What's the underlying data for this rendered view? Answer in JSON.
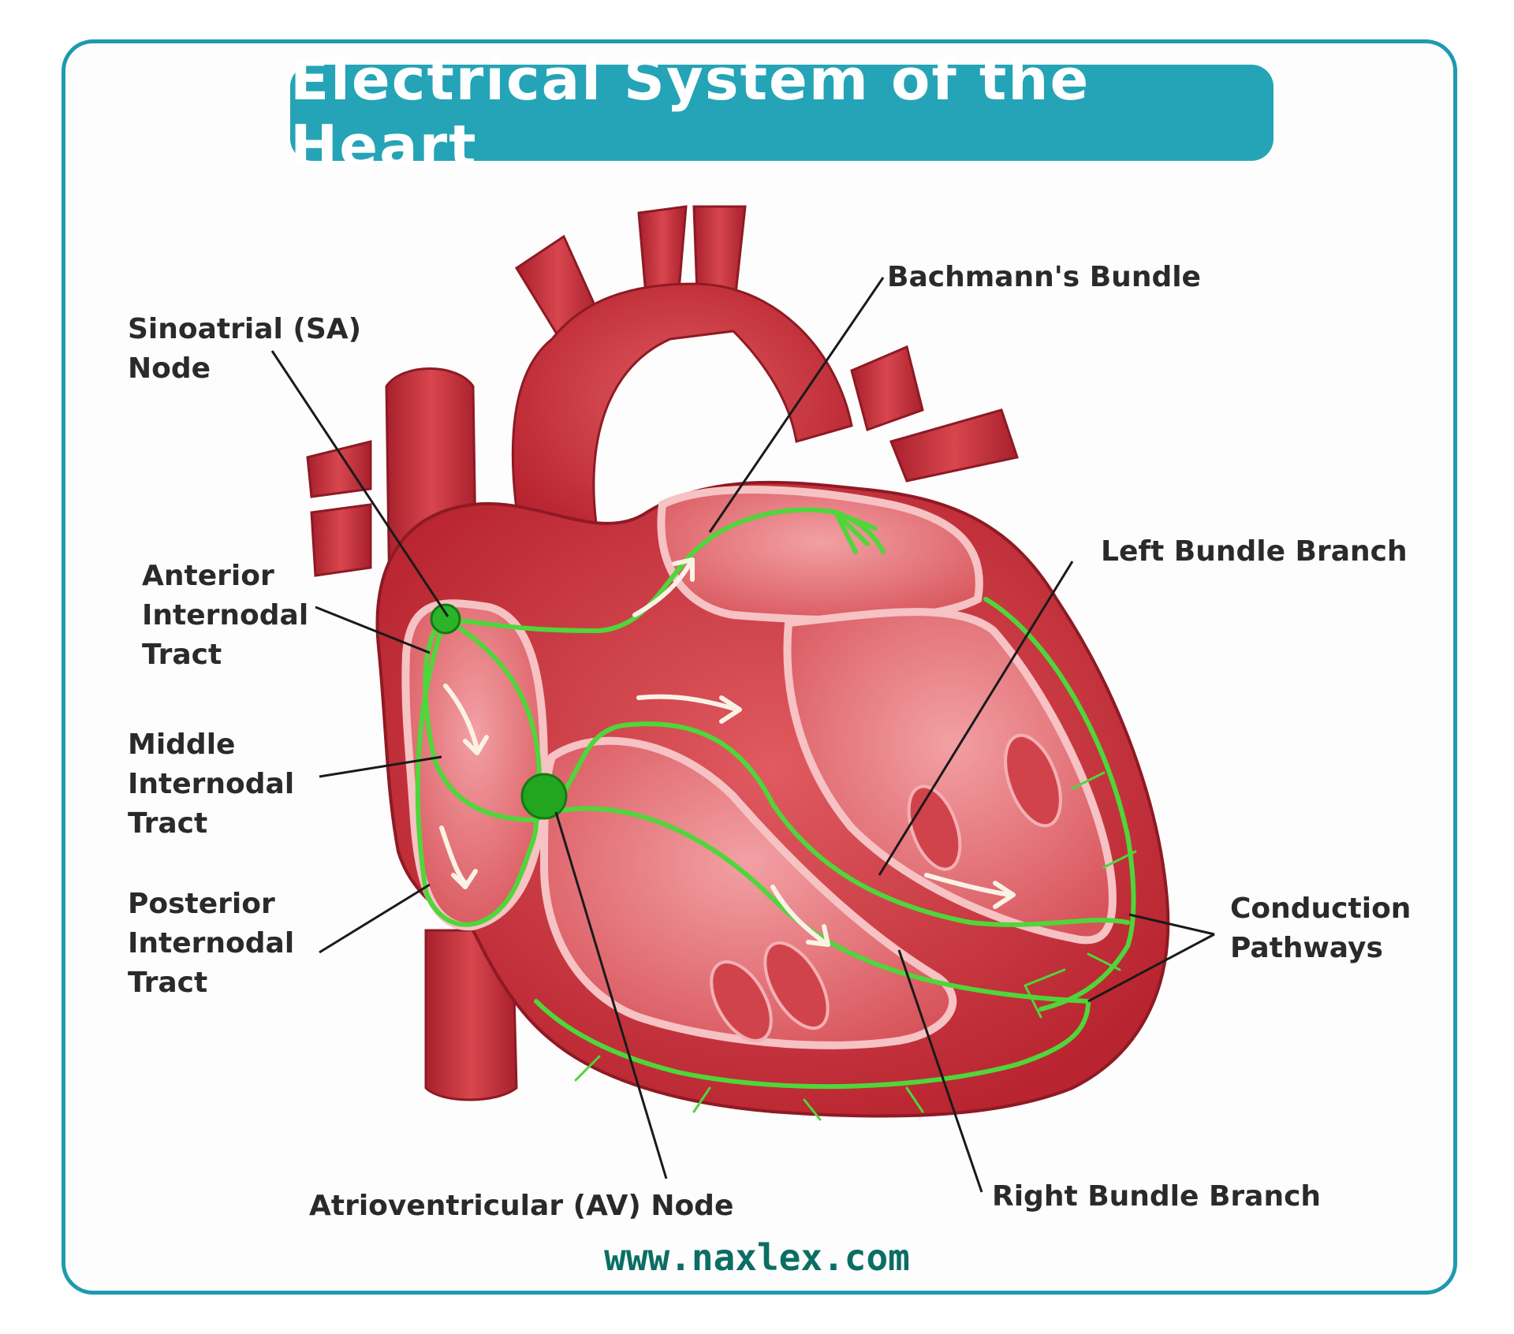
{
  "title": "Electrical System of the Heart",
  "labels": {
    "sa_node": [
      "Sinoatrial (SA)",
      "Node"
    ],
    "anterior": [
      "Anterior",
      "Internodal",
      "Tract"
    ],
    "middle": [
      "Middle",
      "Internodal",
      "Tract"
    ],
    "posterior": [
      "Posterior",
      "Internodal",
      "Tract"
    ],
    "av_node": "Atrioventricular (AV) Node",
    "bachmann": "Bachmann's Bundle",
    "left_bundle": "Left Bundle Branch",
    "conduction": [
      "Conduction",
      "Pathways"
    ],
    "right_bundle": "Right Bundle Branch"
  },
  "footer": "www.naxlex.com",
  "colors": {
    "frame": "#1e9aae",
    "title_bg": "#24a4b6",
    "heart": "#c8353e",
    "conduction": "#4fd63a",
    "footer": "#0b6e64"
  }
}
